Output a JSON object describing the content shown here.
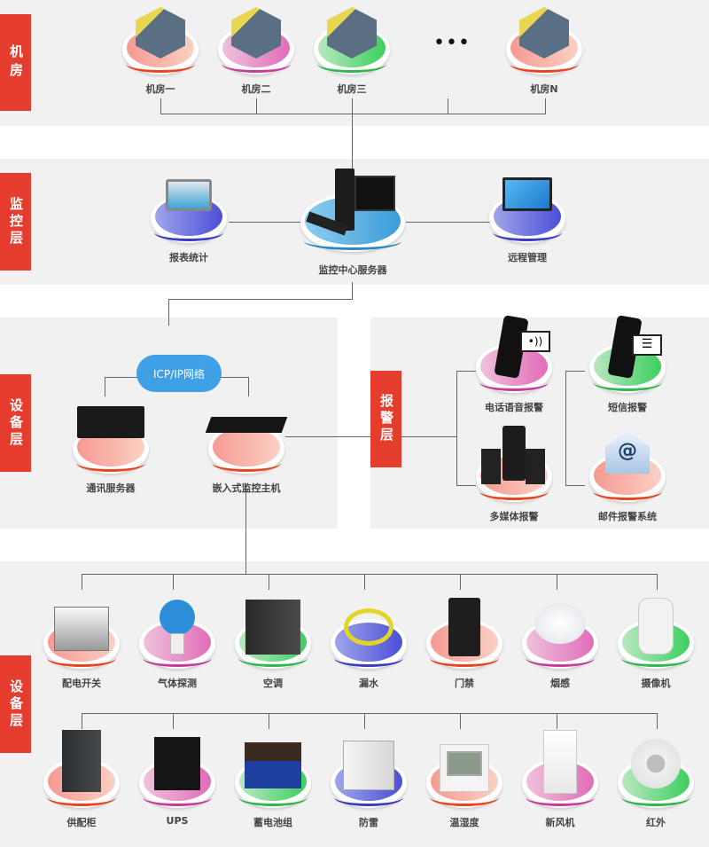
{
  "layers": {
    "machine_room": "机房",
    "monitor": "监控层",
    "device_upper": "设备层",
    "alarm": "报警层",
    "device_lower": "设备层"
  },
  "machine_rooms": [
    {
      "label": "机房一",
      "color": "red"
    },
    {
      "label": "机房二",
      "color": "pink"
    },
    {
      "label": "机房三",
      "color": "green"
    },
    {
      "label": "机房N",
      "color": "red"
    }
  ],
  "ellipsis": "•••",
  "monitor_nodes": {
    "report": "报表统计",
    "server": "监控中心服务器",
    "remote": "远程管理"
  },
  "network": {
    "cloud": "ICP/IP网络",
    "comm_server": "通讯服务器",
    "embedded_host": "嵌入式监控主机"
  },
  "alarm_nodes": [
    {
      "label": "电话语音报警",
      "color": "pink"
    },
    {
      "label": "短信报警",
      "color": "green"
    },
    {
      "label": "多媒体报警",
      "color": "red"
    },
    {
      "label": "邮件报警系统",
      "color": "red"
    }
  ],
  "devices_row1": [
    {
      "label": "配电开关",
      "color": "red"
    },
    {
      "label": "气体探测",
      "color": "pink"
    },
    {
      "label": "空调",
      "color": "green"
    },
    {
      "label": "漏水",
      "color": "blue"
    },
    {
      "label": "门禁",
      "color": "red"
    },
    {
      "label": "烟感",
      "color": "pink"
    },
    {
      "label": "摄像机",
      "color": "green"
    }
  ],
  "devices_row2": [
    {
      "label": "供配柜",
      "color": "red"
    },
    {
      "label": "UPS",
      "color": "pink"
    },
    {
      "label": "蓄电池组",
      "color": "green"
    },
    {
      "label": "防雷",
      "color": "blue"
    },
    {
      "label": "温湿度",
      "color": "red"
    },
    {
      "label": "新风机",
      "color": "pink"
    },
    {
      "label": "红外",
      "color": "green"
    }
  ],
  "colors": {
    "accent_red": "#e53c2e",
    "band_gray": "#f1f1f1",
    "line": "#666666"
  }
}
